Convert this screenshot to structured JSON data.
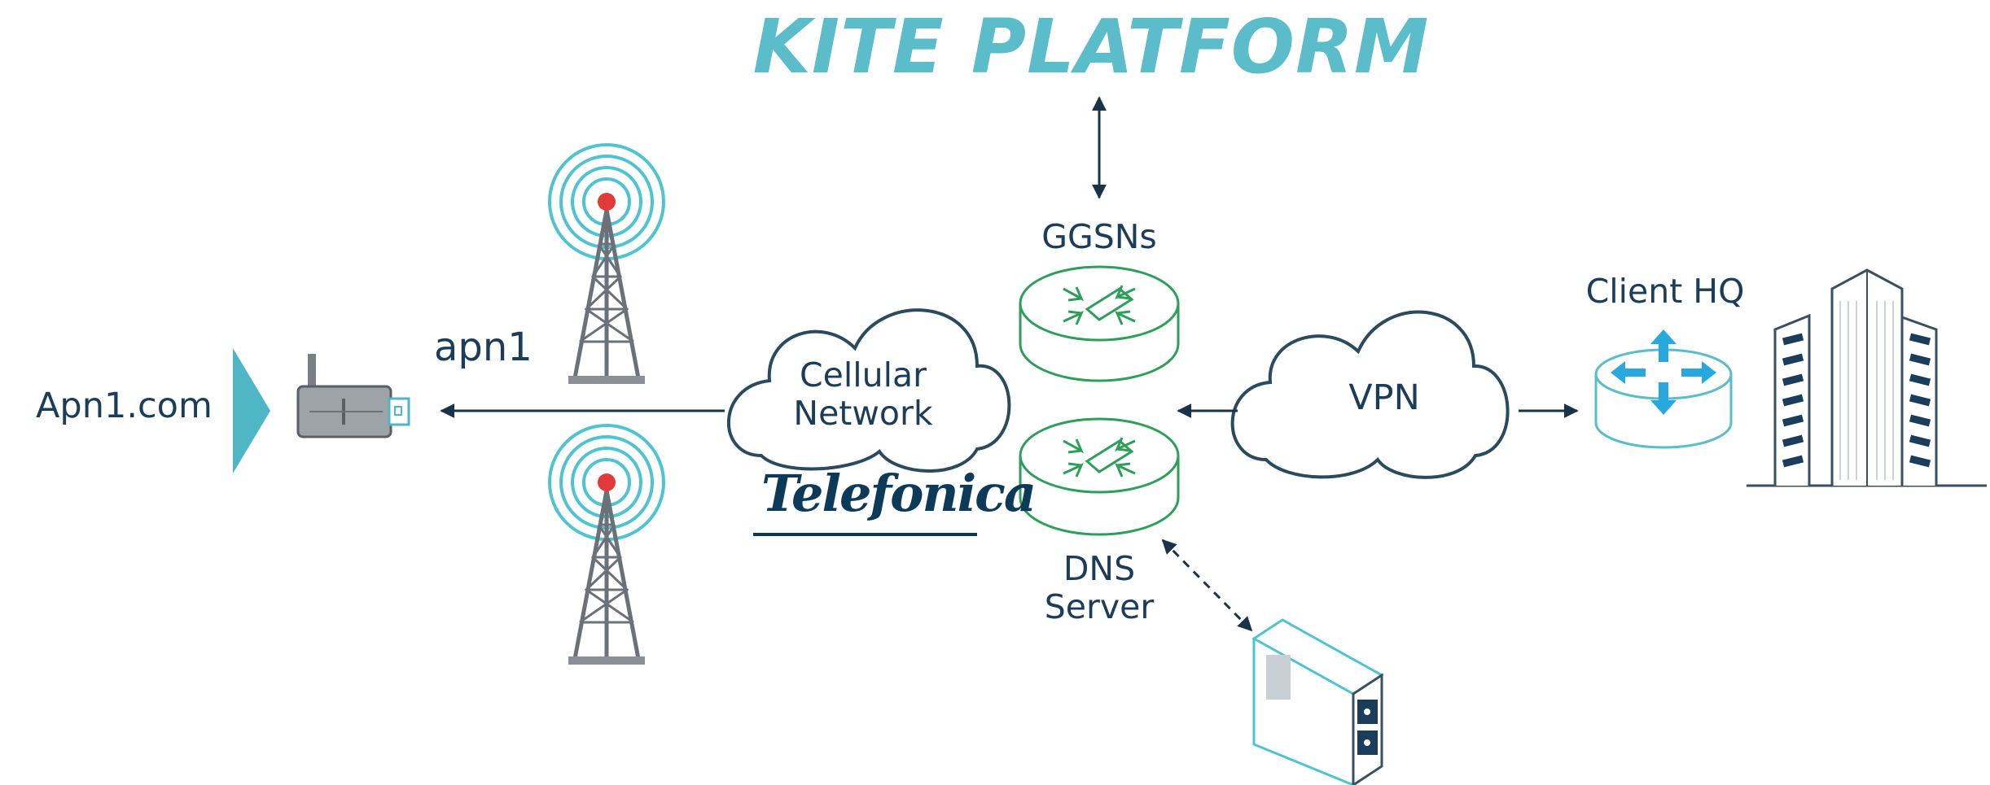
{
  "diagram": {
    "title": "KITE PLATFORM",
    "labels": {
      "apn_com": "Apn1.com",
      "apn": "apn1",
      "cellular_line1": "Cellular",
      "cellular_line2": "Network",
      "brand": "Telefonica",
      "ggsns": "GGSNs",
      "dns_line1": "DNS",
      "dns_line2": "Server",
      "vpn": "VPN",
      "client_hq": "Client HQ"
    },
    "icons": [
      "usb-modem-icon",
      "cell-tower-icon",
      "cloud-icon",
      "router-icon",
      "server-icon",
      "building-icon",
      "chevron-arrow-icon"
    ],
    "colors": {
      "title": "#5bbcca",
      "text": "#1c3d5a",
      "router": "#2e9e5b",
      "client_router": "#5bbcca",
      "arrows": "#1b3348",
      "tower_signal": "#4fc3d1",
      "tower_light": "#e03a3a"
    }
  }
}
